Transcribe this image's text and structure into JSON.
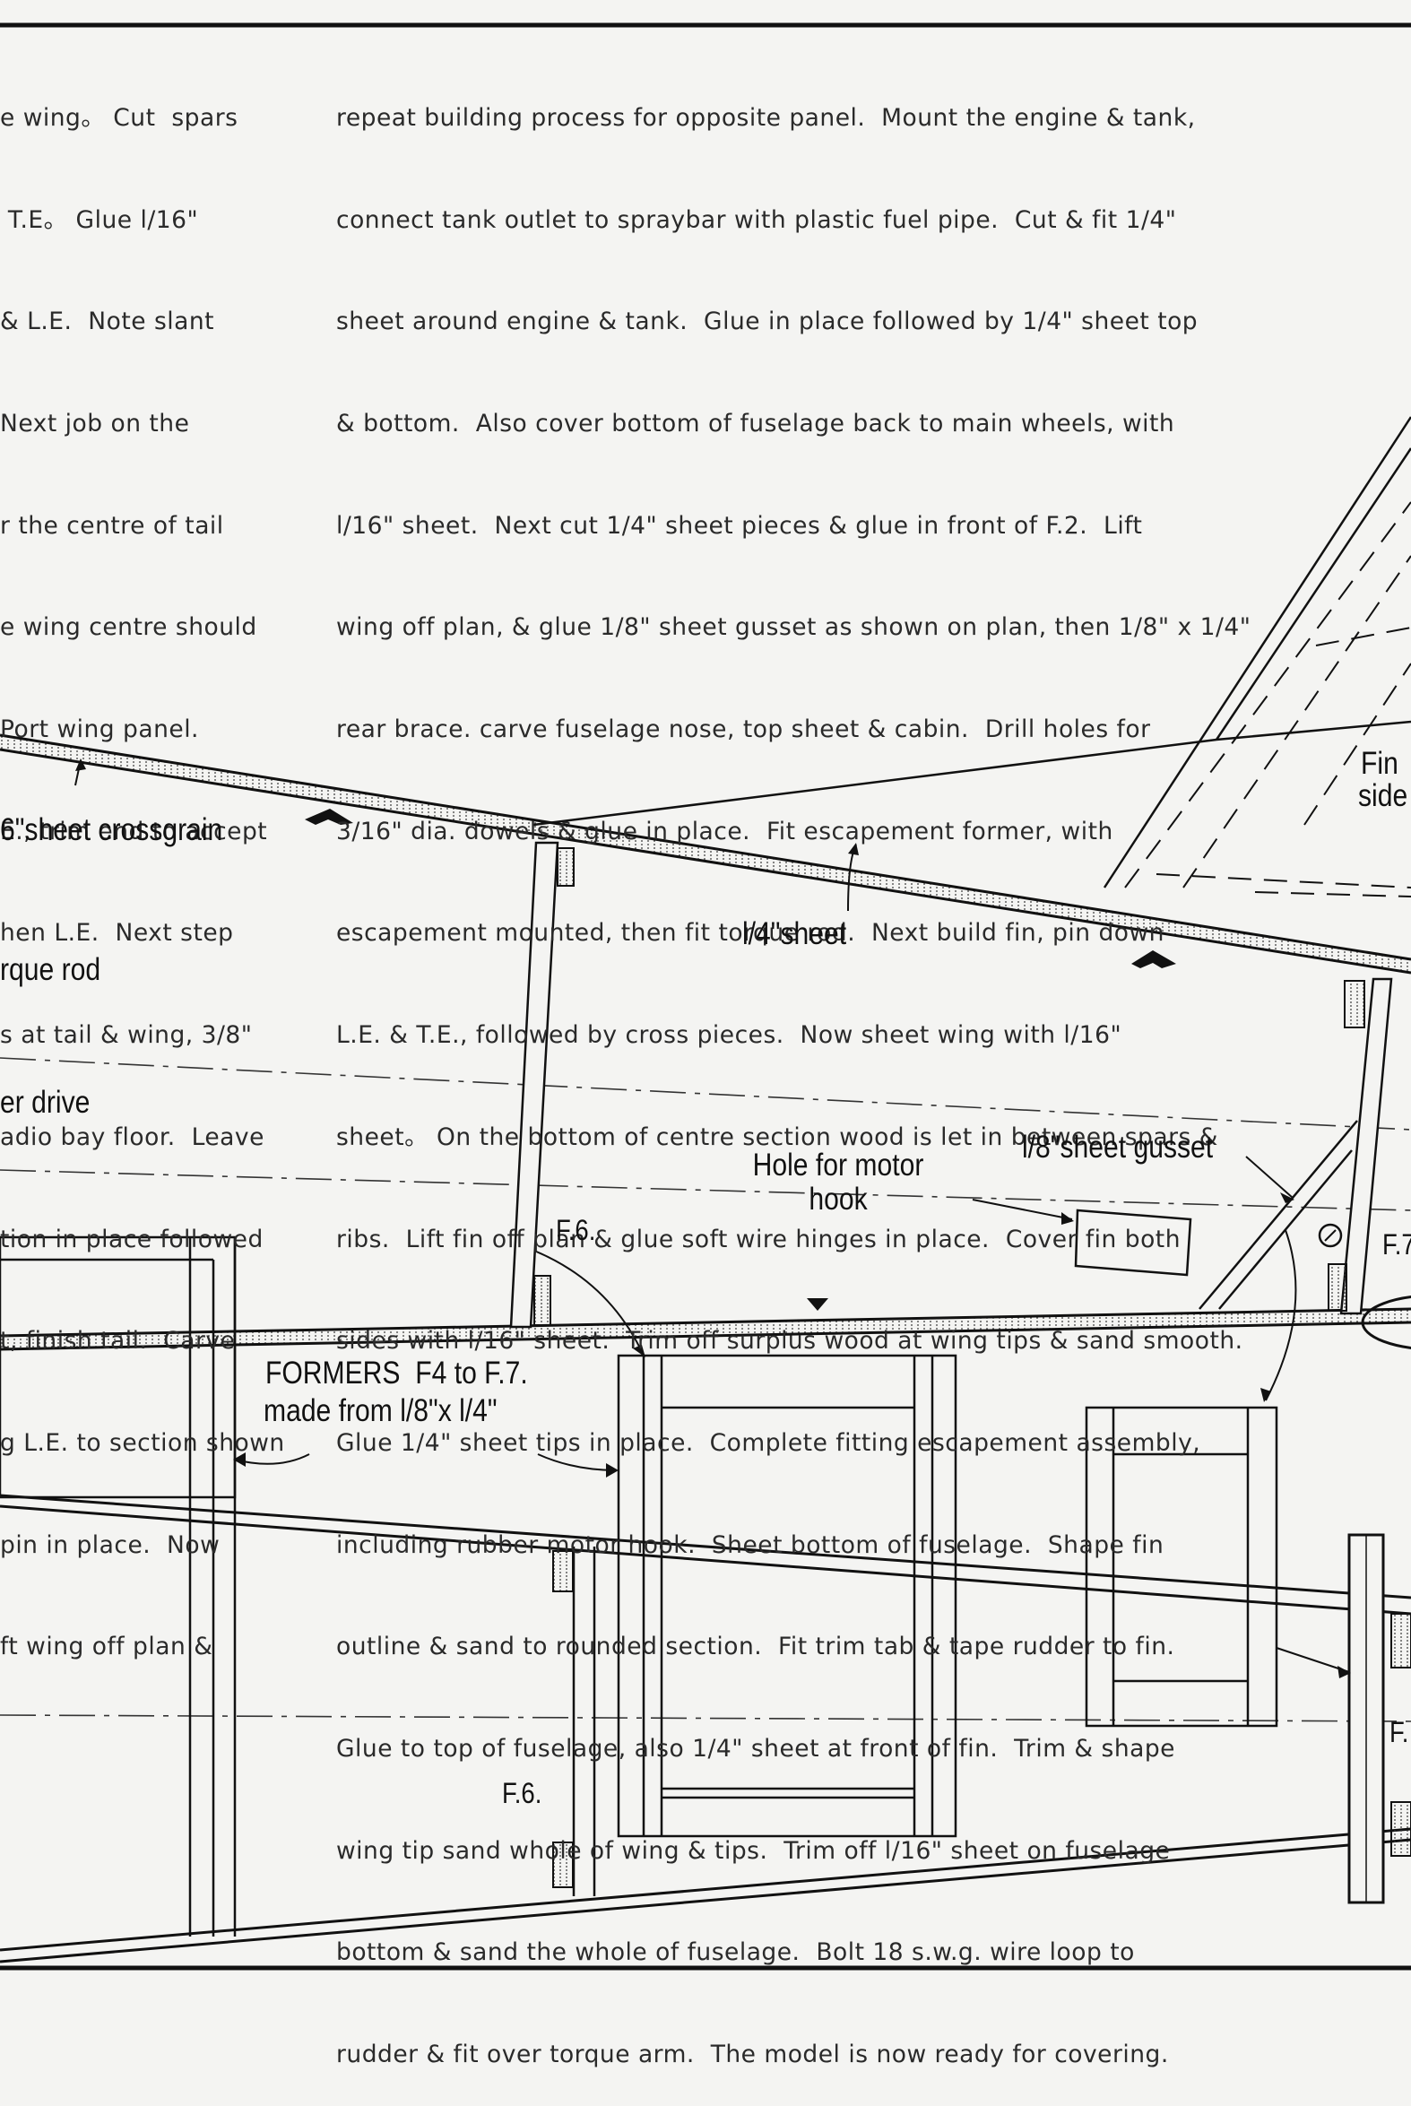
{
  "text_left": [
    "e wing。 Cut  spars",
    " T.E。 Glue l/16\"",
    "& L.E.  Note slant",
    "Next job on the",
    "r the centre of tail",
    "e wing centre should",
    "Port wing panel.",
    "E., trim end to accept",
    "hen L.E.  Next step",
    "s at tail & wing, 3/8\"",
    "adio bay floor.  Leave",
    "tion in place followed",
    "t, finish tail.  Carve",
    "g L.E. to section shown",
    "pin in place.  Now",
    "ft wing off plan &"
  ],
  "text_right": [
    "repeat building process for opposite panel.  Mount the engine & tank,",
    "connect tank outlet to spraybar with plastic fuel pipe.  Cut & fit 1/4\"",
    "sheet around engine & tank.  Glue in place followed by 1/4\" sheet top",
    "& bottom.  Also cover bottom of fuselage back to main wheels, with",
    "l/16\" sheet.  Next cut 1/4\" sheet pieces & glue in front of F.2.  Lift",
    "wing off plan, & glue 1/8\" sheet gusset as shown on plan, then 1/8\" x 1/4\"",
    "rear brace. carve fuselage nose, top sheet & cabin.  Drill holes for",
    "3/16\" dia. dowels & glue in place.  Fit escapement former, with",
    "escapement mounted, then fit torque rod.  Next build fin, pin down",
    "L.E. & T.E., followed by cross pieces.  Now sheet wing with l/16\"",
    "sheet。 On the bottom of centre section wood is let in between spars &",
    "ribs.  Lift fin off plan & glue soft wire hinges in place.  Cover fin both",
    "sides with l/16\" sheet.  Trim off surplus wood at wing tips & sand smooth.",
    "Glue 1/4\" sheet tips in place.  Complete fitting escapement assembly,",
    "including rubber motor hook.  Sheet bottom of fuselage.  Shape fin",
    "outline & sand to rounded section.  Fit trim tab & tape rudder to fin.",
    "Glue to top of fuselage, also 1/4\" sheet at front of fin.  Trim & shape",
    "wing tip sand whole of wing & tips.  Trim off l/16\" sheet on fuselage",
    "bottom & sand the whole of fuselage.  Bolt 18 s.w.g. wire loop to",
    "rudder & fit over torque arm.  The model is now ready for covering."
  ],
  "labels": {
    "sheet_crossgrain": "6\"sheet crossgrain",
    "torque_rod": "rque rod",
    "drive": "er drive",
    "quarter_sheet": "l/4\"sheet",
    "fin_side_1": "Fin",
    "fin_side_2": "side",
    "eighth_sheet_gusset": "l/8\"sheet gusset",
    "hole_motor_hook_1": "Hole for motor",
    "hole_motor_hook_2": "hook",
    "f6_upper": "F.6.",
    "f7_partial": "F.7",
    "formers_1": "FORMERS  F4 to F.7.",
    "formers_2": "made from l/8\"x l/4\"",
    "f6_lower": "F.6.",
    "f_right_partial": "F."
  },
  "colors": {
    "ink": "#111111",
    "paper": "#f4f4f2"
  }
}
